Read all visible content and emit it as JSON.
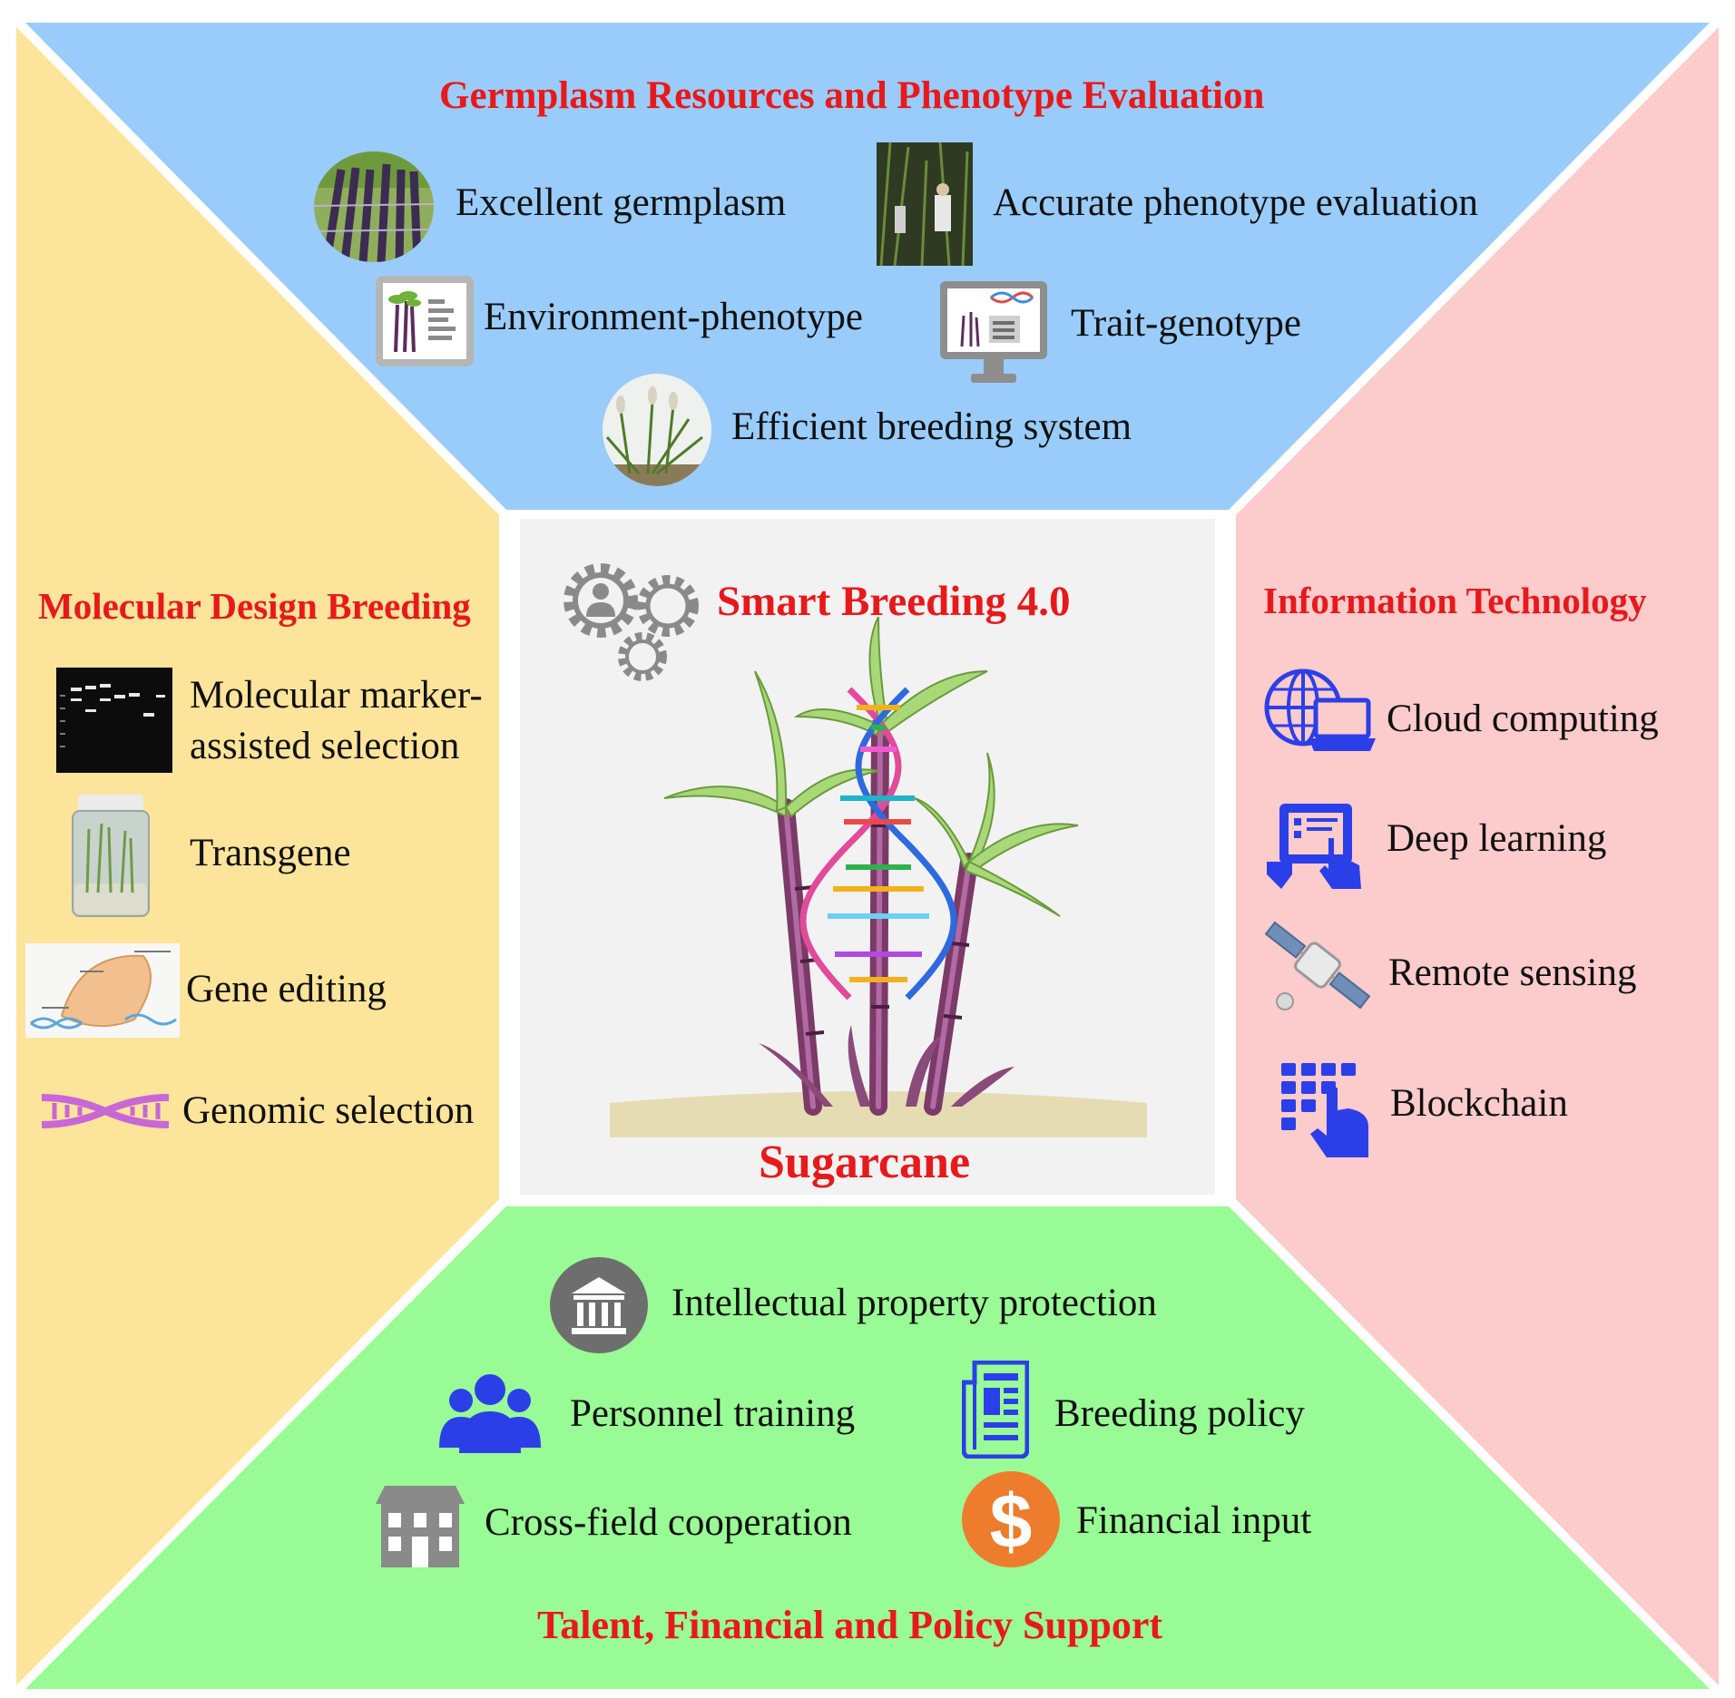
{
  "colors": {
    "top": "#99ccfa",
    "left": "#fde49b",
    "right": "#fccbcb",
    "bottom": "#99fb95",
    "center": "#f2f2f2",
    "title": "#e8191b",
    "icon_blue": "#2b3fe8",
    "icon_gray": "#808080",
    "icon_orange": "#ee7c2d"
  },
  "top": {
    "title": "Germplasm Resources and  Phenotype Evaluation",
    "items": [
      {
        "label": "Excellent germplasm",
        "icon": "sugarcane-stalks-photo"
      },
      {
        "label": "Accurate phenotype evaluation",
        "icon": "field-worker-photo"
      },
      {
        "label": "Environment-phenotype",
        "icon": "document-plant-icon"
      },
      {
        "label": "Trait-genotype",
        "icon": "monitor-dna-icon"
      },
      {
        "label": "Efficient breeding system",
        "icon": "flowering-sugarcane-photo"
      }
    ]
  },
  "left": {
    "title": "Molecular Design Breeding",
    "items": [
      {
        "label_line1": "Molecular marker-",
        "label_line2": "assisted selection",
        "icon": "gel-electrophoresis-photo"
      },
      {
        "label": "Transgene",
        "icon": "tissue-culture-jar-photo"
      },
      {
        "label": "Gene editing",
        "icon": "crispr-diagram-image"
      },
      {
        "label": "Genomic selection",
        "icon": "dna-helix-icon"
      }
    ]
  },
  "right": {
    "title": "Information Technology",
    "items": [
      {
        "label": "Cloud computing",
        "icon": "globe-laptop-icon"
      },
      {
        "label": "Deep learning",
        "icon": "touch-tablet-icon"
      },
      {
        "label": "Remote sensing",
        "icon": "satellite-icon"
      },
      {
        "label": "Blockchain",
        "icon": "keypad-touch-icon"
      }
    ]
  },
  "center": {
    "title": "Smart Breeding 4.0",
    "subtitle": "Sugarcane",
    "icon": "gears-person-icon"
  },
  "bottom": {
    "title": "Talent, Financial and Policy Support",
    "items": [
      {
        "label": "Intellectual property protection",
        "icon": "institution-icon"
      },
      {
        "label": "Personnel training",
        "icon": "people-group-icon"
      },
      {
        "label": "Breeding policy",
        "icon": "newspaper-icon"
      },
      {
        "label": "Cross-field cooperation",
        "icon": "building-icon"
      },
      {
        "label": "Financial input",
        "icon": "dollar-coin-icon"
      }
    ]
  }
}
